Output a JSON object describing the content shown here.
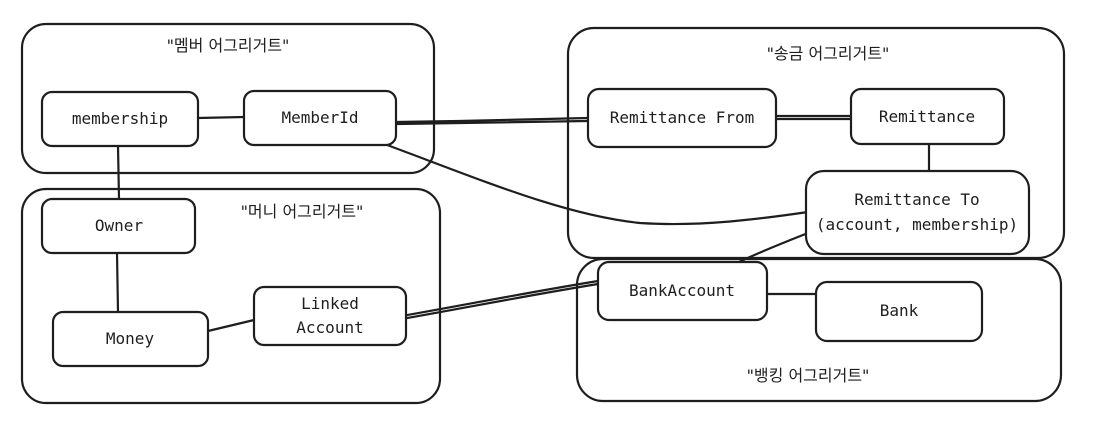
{
  "groups": {
    "member": {
      "label": "\"멤버 어그리거트\""
    },
    "remittance": {
      "label": "\"송금 어그리거트\""
    },
    "money": {
      "label": "\"머니 어그리거트\""
    },
    "banking": {
      "label": "\"뱅킹 어그리거트\""
    }
  },
  "nodes": {
    "membership": {
      "label": "membership"
    },
    "member_id": {
      "label": "MemberId"
    },
    "remittance_from": {
      "label": "Remittance From"
    },
    "remittance": {
      "label": "Remittance"
    },
    "remittance_to": {
      "line1": "Remittance To",
      "line2": "(account, membership)"
    },
    "owner": {
      "label": "Owner"
    },
    "money": {
      "label": "Money"
    },
    "linked_account": {
      "line1": "Linked",
      "line2": "Account"
    },
    "bank_account": {
      "label": "BankAccount"
    },
    "bank": {
      "label": "Bank"
    }
  }
}
